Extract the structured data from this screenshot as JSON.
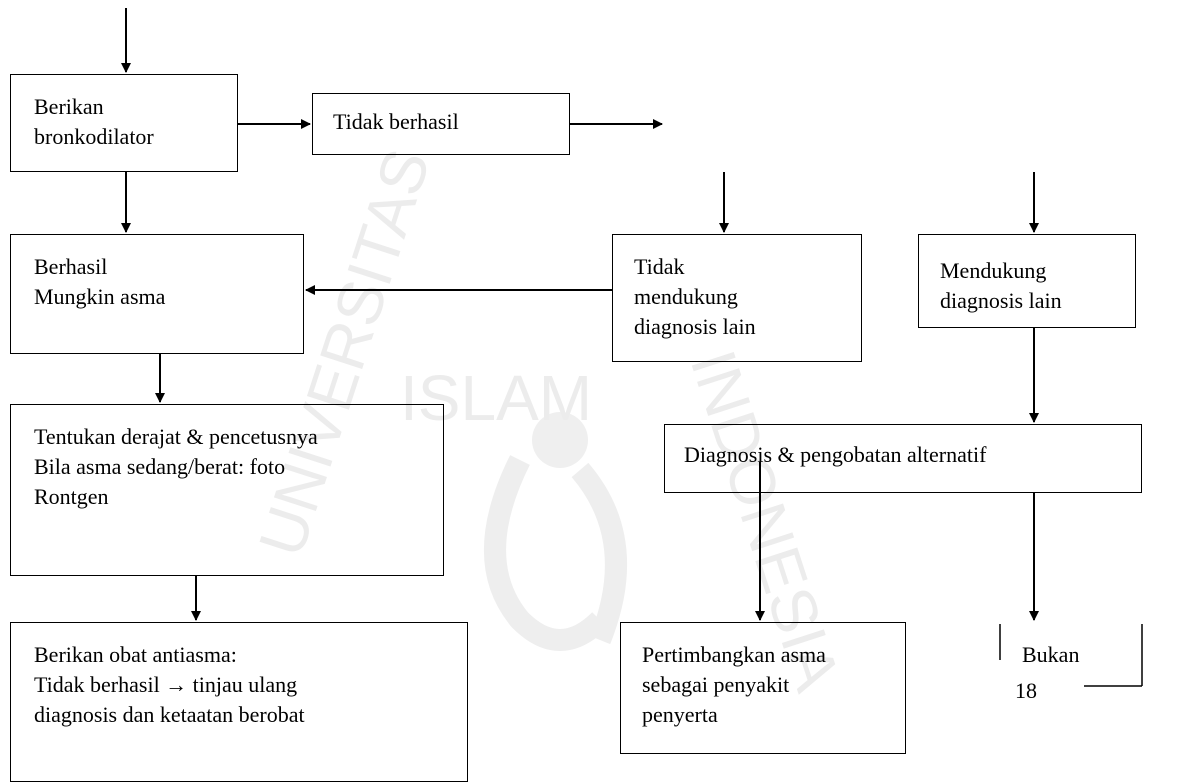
{
  "watermark": {
    "top_text": "ISLAM",
    "left_text": "UNIVERSITAS",
    "right_text": "INDONESIA",
    "color": "#ececec"
  },
  "nodes": {
    "bronkodilator": "Berikan\nbronkodilator",
    "tidak_berhasil": "Tidak berhasil",
    "berhasil": "Berhasil\nMungkin asma",
    "tidak_mendukung": "Tidak\nmendukung\ndiagnosis lain",
    "mendukung": "Mendukung\ndiagnosis lain",
    "tentukan": "Tentukan derajat & pencetusnya\nBila asma sedang/berat: foto\nRontgen",
    "diagnosis_alternatif": "Diagnosis & pengobatan alternatif",
    "obat_antiasma": "Berikan obat antiasma:\nTidak berhasil → tinjau ulang\ndiagnosis dan ketaatan berobat",
    "pertimbangkan": "Pertimbangkan asma\nsebagai penyakit\npenyerta",
    "bukan": "Bukan"
  },
  "page_number": "18"
}
